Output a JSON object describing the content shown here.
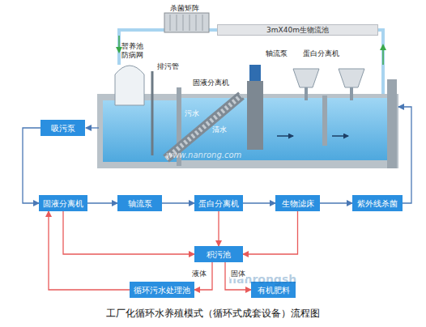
{
  "diagram": {
    "caption": "工厂化循环水养殖模式（循环式成套设备）流程图",
    "nodes": [
      {
        "text": [
          "3mX40m生物流池"
        ]
      },
      {
        "text": [
          "吸污泵"
        ]
      },
      {
        "text": [
          "固液分离机"
        ]
      },
      {
        "text": [
          "轴流泵"
        ]
      },
      {
        "text": [
          "蛋白分离机"
        ]
      },
      {
        "text": [
          "生物滤床"
        ]
      },
      {
        "text": [
          "紫外线杀菌"
        ]
      },
      {
        "text": [
          "积污池"
        ]
      },
      {
        "text": [
          "循环污水处理池"
        ]
      },
      {
        "text": [
          "有机肥料"
        ]
      }
    ],
    "edges": [
      {
        "from": 1,
        "to": 2,
        "arrow": "to"
      },
      {
        "from": 2,
        "to": 3,
        "arrow": "to"
      },
      {
        "from": 3,
        "to": 4,
        "arrow": "to"
      },
      {
        "from": 4,
        "to": 5,
        "arrow": "to"
      },
      {
        "from": 5,
        "to": 6,
        "arrow": "to"
      },
      {
        "from": 2,
        "to": 7,
        "arrow": "to"
      },
      {
        "from": 4,
        "to": 7,
        "arrow": "to"
      },
      {
        "from": 5,
        "to": 7,
        "arrow": "to"
      },
      {
        "from": 7,
        "to": 8,
        "label": "液体",
        "arrow": "to"
      },
      {
        "from": 7,
        "to": 9,
        "label": "固体",
        "arrow": "to"
      },
      {
        "from": 8,
        "to": 2,
        "arrow": "to"
      }
    ],
    "labels": [
      "杀菌矩阵",
      "暂养池",
      "防病网",
      "排污管",
      "固液分离机",
      "轴流泵",
      "蛋白分离机",
      "污水",
      "清水",
      "www.nanrong.com",
      "nanrongsh"
    ]
  }
}
